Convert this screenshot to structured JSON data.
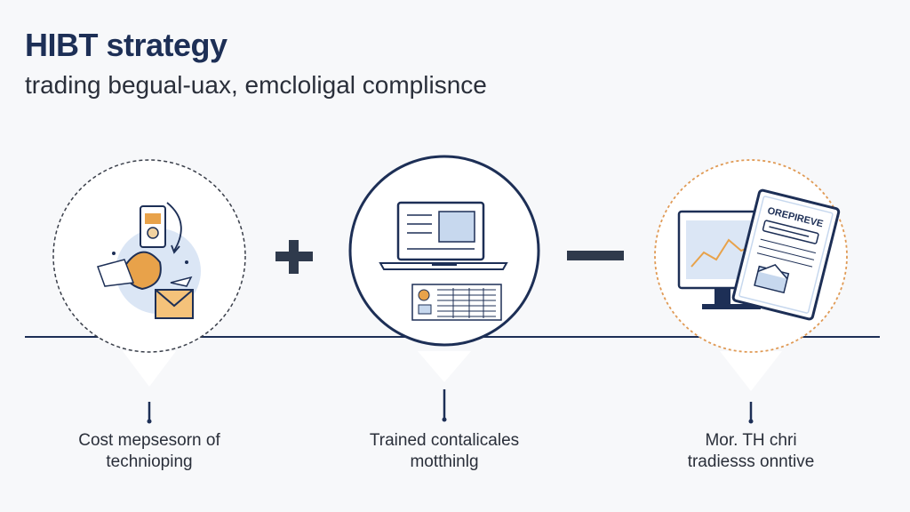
{
  "header": {
    "title": "HIBT strategy",
    "subtitle": "trading begual-uax, emcloligal complisnce"
  },
  "operators": [
    "+",
    "—"
  ],
  "steps": [
    {
      "icon": "strategy-icon",
      "caption_line1": "Cost mepsesorn of",
      "caption_line2": "technioping"
    },
    {
      "icon": "laptop-icon",
      "caption_line1": "Trained contalicales",
      "caption_line2": "motthinlg"
    },
    {
      "icon": "compliance-document-icon",
      "doc_label": "OREPIREVE",
      "caption_line1": "Mor. TH chri",
      "caption_line2": "tradiesss onntive"
    }
  ],
  "colors": {
    "navy": "#1d2f56",
    "accent_orange": "#e8a24a",
    "light_blue": "#c7d8ee",
    "timeline": "#1d2f56"
  }
}
